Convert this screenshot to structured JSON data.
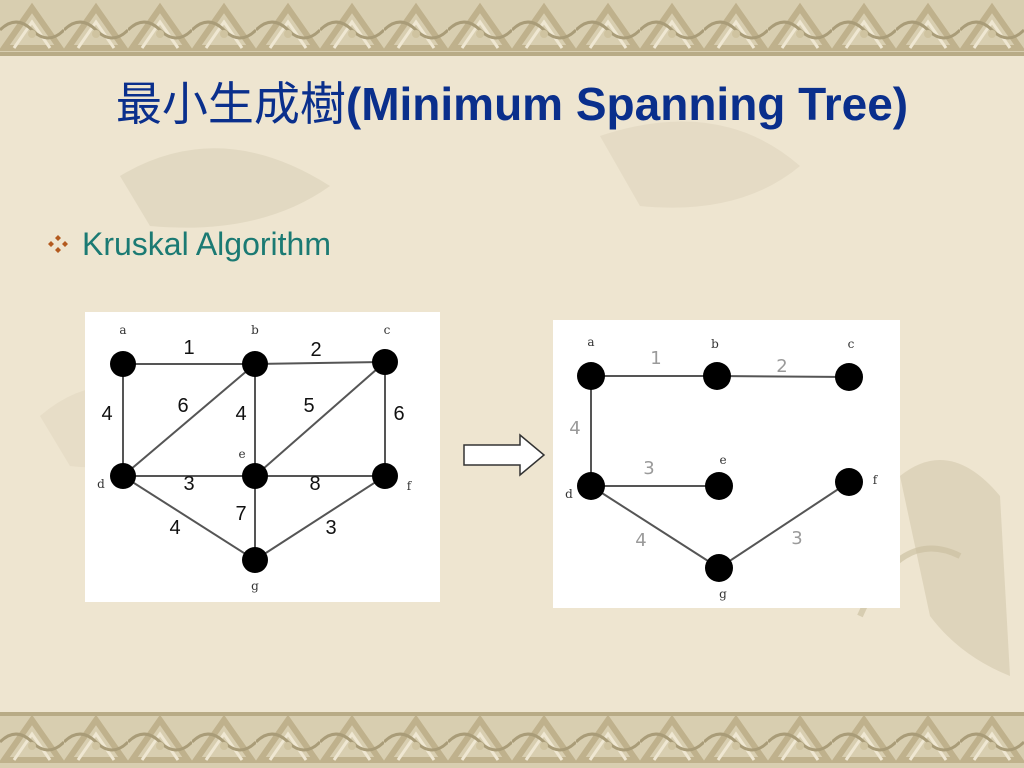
{
  "slide": {
    "title_cjk": "最小生成樹",
    "title_latin": "(Minimum Spanning Tree)",
    "bullet": "Kruskal Algorithm"
  },
  "colors": {
    "background": "#eee5d0",
    "title": "#0a2f8c",
    "bullet_text": "#1b7a73",
    "bullet_icon": "#b35a1f",
    "border": "#c9bd9a"
  },
  "icons": {
    "bullet": "four-diamond-bullet-icon",
    "arrow": "right-arrow-icon"
  },
  "graph_original": {
    "nodes": [
      {
        "id": "a",
        "label": "a"
      },
      {
        "id": "b",
        "label": "b"
      },
      {
        "id": "c",
        "label": "c"
      },
      {
        "id": "d",
        "label": "d"
      },
      {
        "id": "e",
        "label": "e"
      },
      {
        "id": "f",
        "label": "f"
      },
      {
        "id": "g",
        "label": "g"
      }
    ],
    "edges": [
      {
        "from": "a",
        "to": "b",
        "weight": "1"
      },
      {
        "from": "b",
        "to": "c",
        "weight": "2"
      },
      {
        "from": "a",
        "to": "d",
        "weight": "4"
      },
      {
        "from": "b",
        "to": "d",
        "weight": "6"
      },
      {
        "from": "b",
        "to": "e",
        "weight": "4"
      },
      {
        "from": "c",
        "to": "e",
        "weight": "5"
      },
      {
        "from": "c",
        "to": "f",
        "weight": "6"
      },
      {
        "from": "d",
        "to": "e",
        "weight": "3"
      },
      {
        "from": "e",
        "to": "f",
        "weight": "8"
      },
      {
        "from": "d",
        "to": "g",
        "weight": "4"
      },
      {
        "from": "e",
        "to": "g",
        "weight": "7"
      },
      {
        "from": "f",
        "to": "g",
        "weight": "3"
      }
    ]
  },
  "graph_mst": {
    "nodes": [
      {
        "id": "a",
        "label": "a"
      },
      {
        "id": "b",
        "label": "b"
      },
      {
        "id": "c",
        "label": "c"
      },
      {
        "id": "d",
        "label": "d"
      },
      {
        "id": "e",
        "label": "e"
      },
      {
        "id": "f",
        "label": "f"
      },
      {
        "id": "g",
        "label": "g"
      }
    ],
    "edges": [
      {
        "from": "a",
        "to": "b",
        "weight": "1"
      },
      {
        "from": "b",
        "to": "c",
        "weight": "2"
      },
      {
        "from": "a",
        "to": "d",
        "weight": "4"
      },
      {
        "from": "d",
        "to": "e",
        "weight": "3"
      },
      {
        "from": "d",
        "to": "g",
        "weight": "4"
      },
      {
        "from": "f",
        "to": "g",
        "weight": "3"
      }
    ]
  }
}
